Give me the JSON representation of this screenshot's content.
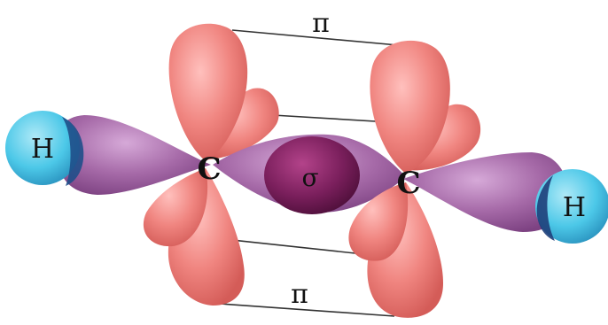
{
  "labels": {
    "pi_top": "π",
    "pi_bottom": "π",
    "sigma": "σ",
    "carbon_left": "C",
    "carbon_right": "C",
    "hydrogen_left": "H",
    "hydrogen_right": "H"
  },
  "colors": {
    "p_orbital": "#ee7d78",
    "p_orbital_dark": "#d9605c",
    "sp_lobe": "#a66aa8",
    "sp_lobe_dark": "#7f4384",
    "sigma_core": "#7a1f5c",
    "hydrogen": "#4cc8e8",
    "hydrogen_dark": "#1f6f9c",
    "overlap": "#1f3f7a"
  }
}
